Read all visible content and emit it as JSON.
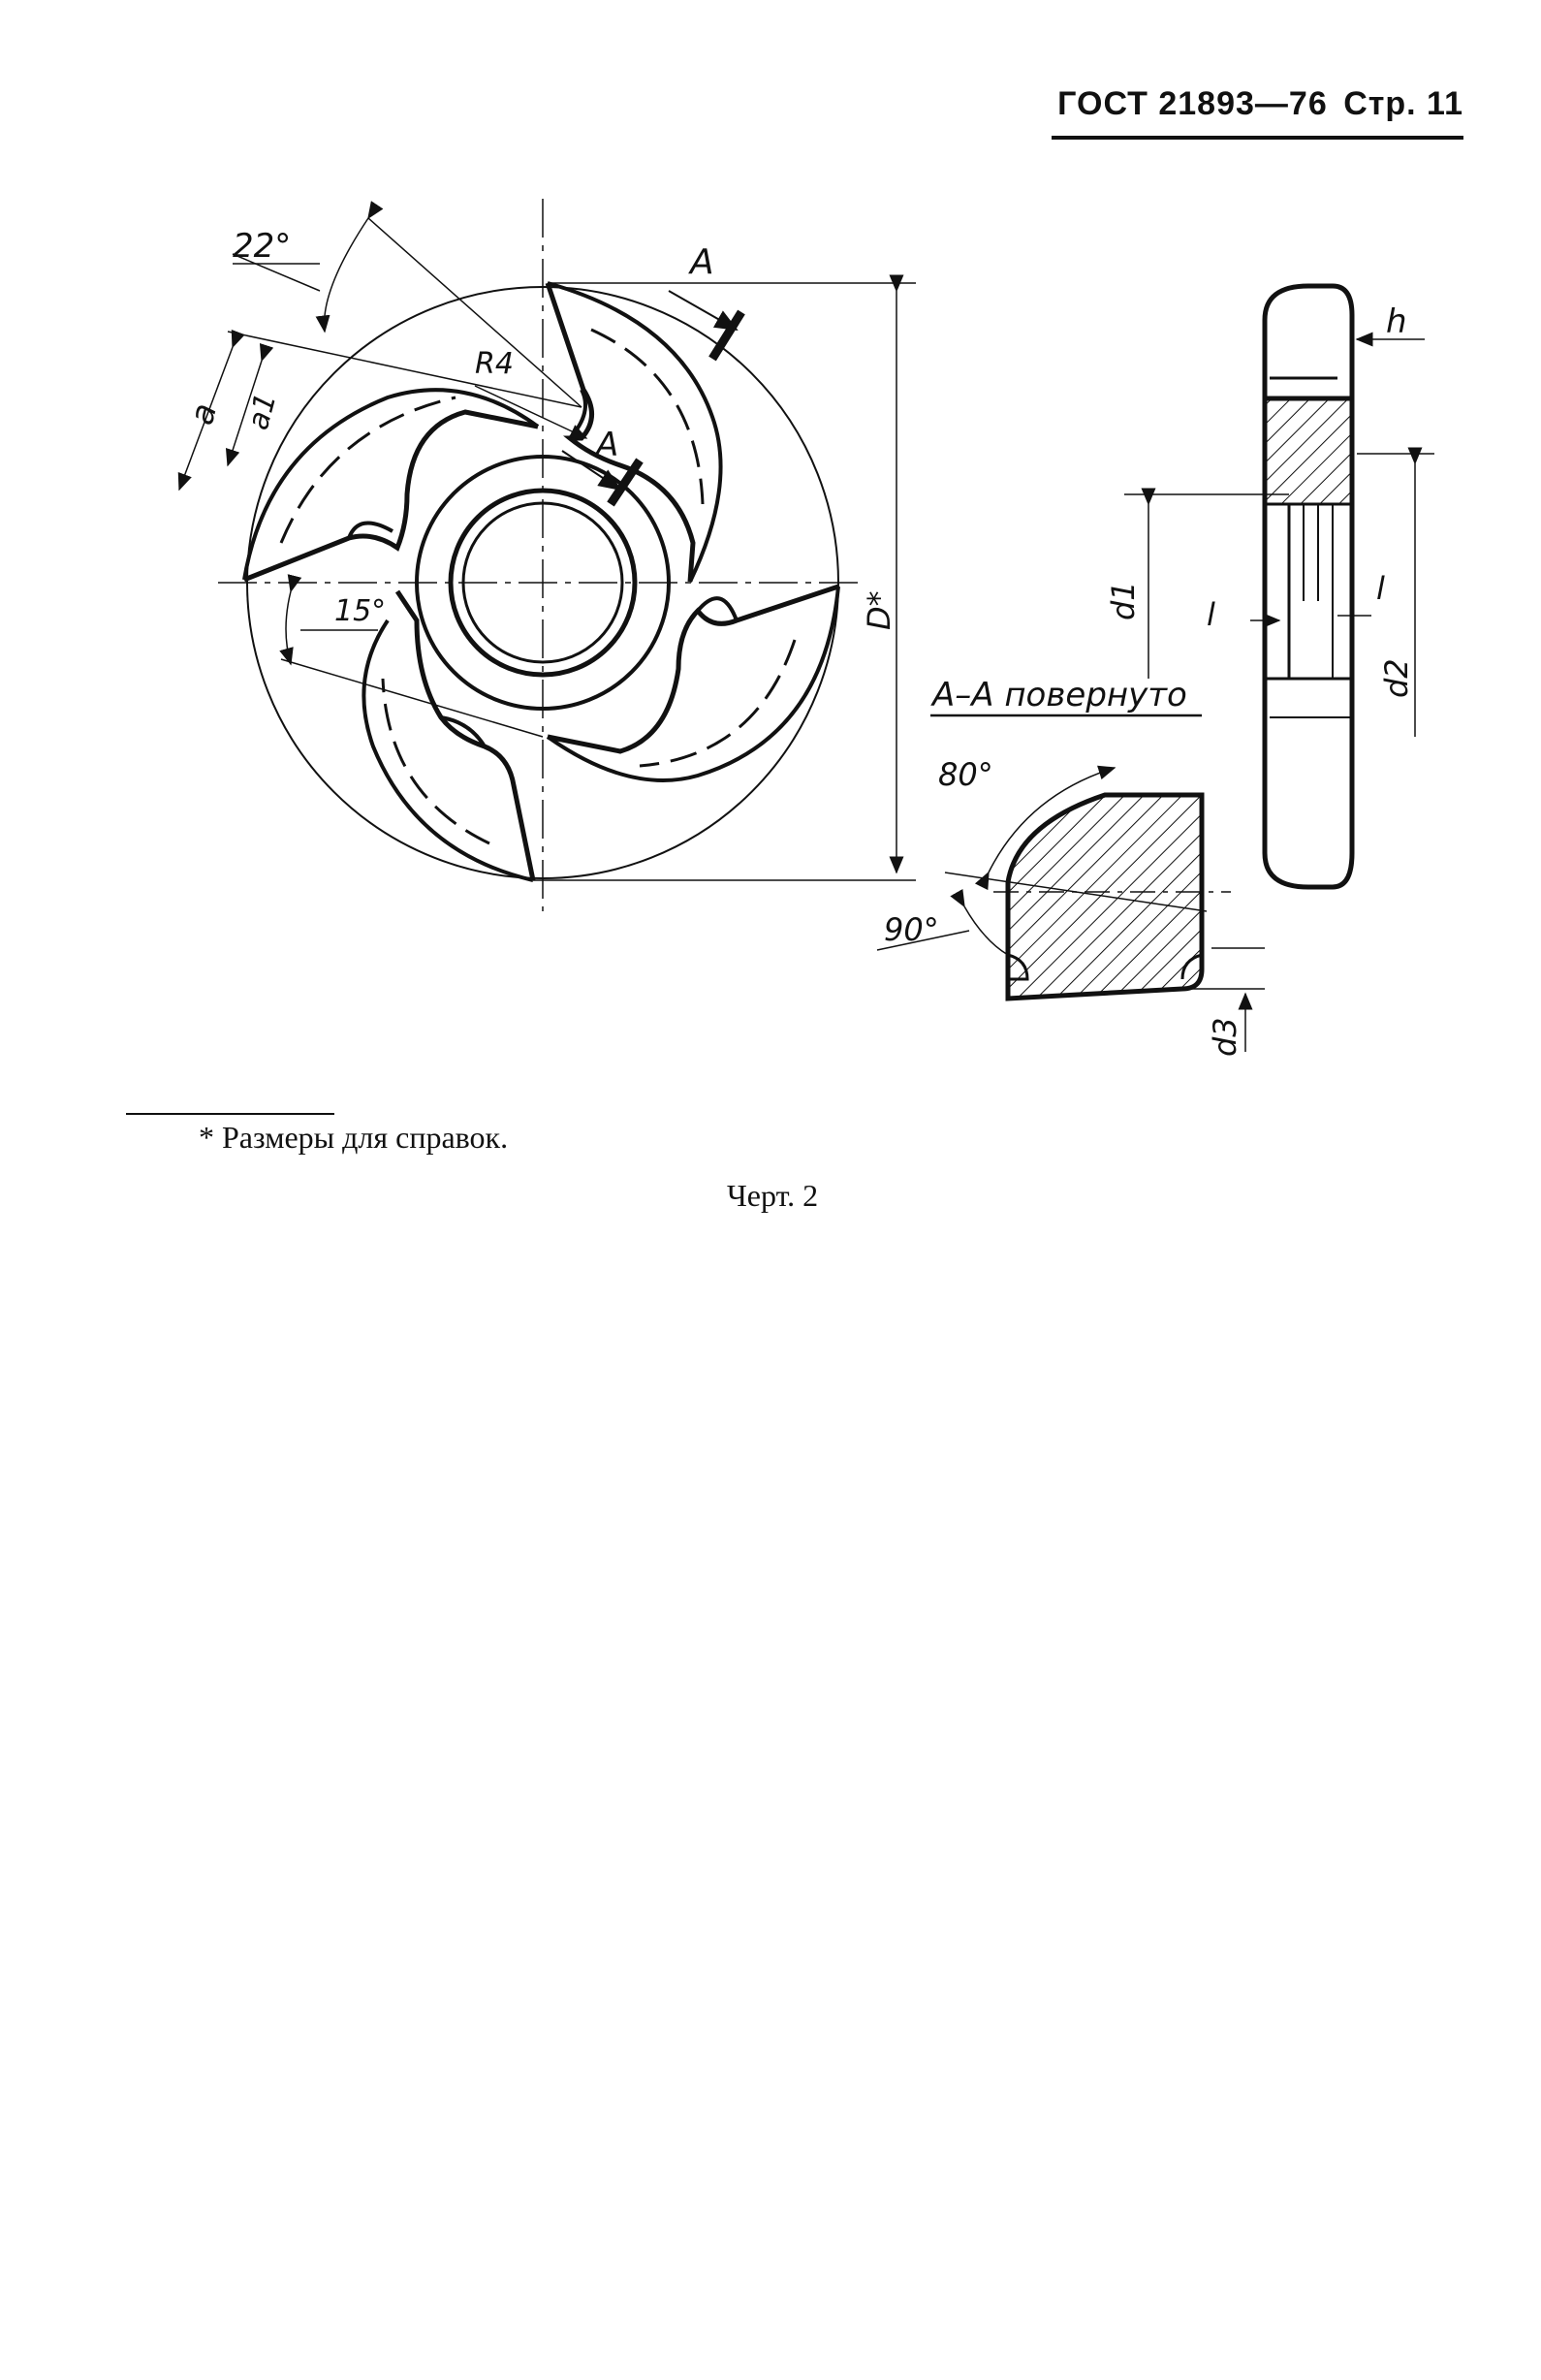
{
  "header": {
    "standard": "ГОСТ 21893—76",
    "page_label": "Стр. 11"
  },
  "drawing": {
    "labels": {
      "angle_22": "22°",
      "section_marker_outer": "А",
      "radius": "R4",
      "section_marker_inner": "А",
      "dim_a": "a",
      "dim_a1": "a1",
      "angle_15": "15°",
      "dim_D": "D*",
      "dim_h": "h",
      "dim_d1": "d1",
      "dim_l_left": "l",
      "dim_l_right": "l",
      "dim_d2": "d2",
      "section_title": "А–А  повернуто",
      "angle_80": "80°",
      "angle_90": "90°",
      "dim_d3": "d3"
    }
  },
  "footnote": "* Размеры для справок.",
  "caption": "Черт. 2"
}
